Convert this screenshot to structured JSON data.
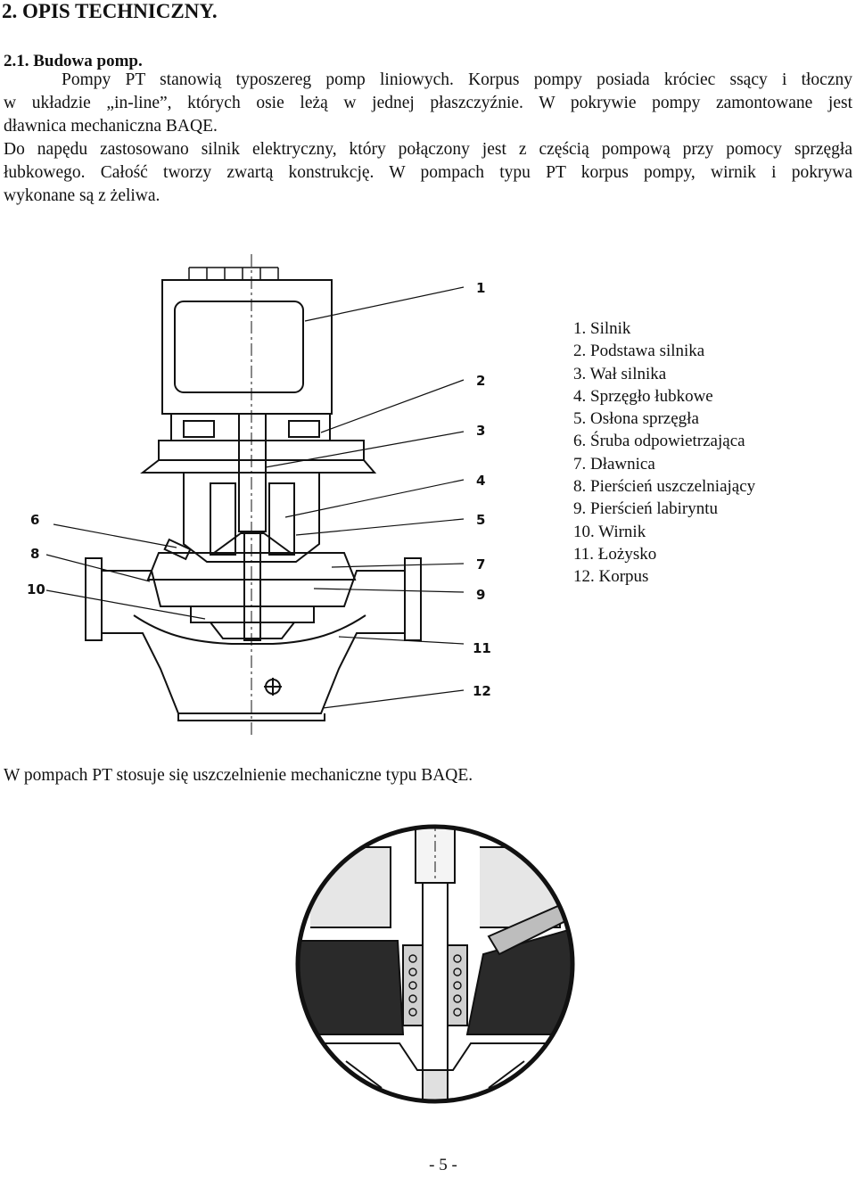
{
  "heading": "2. OPIS TECHNICZNY.",
  "subheading": "2.1. Budowa pomp.",
  "paragraph_lines": [
    "Pompy PT stanowią typoszereg pomp liniowych. Korpus pompy posiada króciec ssący i tłoczny",
    "w układzie „in-line”, których osie leżą w jednej płaszczyźnie. W pokrywie pompy zamontowane jest",
    "dławnica mechaniczna BAQE.",
    "Do napędu zastosowano silnik elektryczny, który połączony jest z częścią pompową przy pomocy sprzęgła",
    "łubkowego. Całość tworzy zwartą konstrukcję. W pompach typu PT korpus pompy, wirnik i pokrywa",
    "wykonane są z żeliwa."
  ],
  "diagram_labels": [
    "1",
    "2",
    "3",
    "4",
    "5",
    "6",
    "7",
    "8",
    "9",
    "10",
    "11",
    "12"
  ],
  "legend": [
    "1. Silnik",
    "2. Podstawa silnika",
    "3. Wał silnika",
    "4. Sprzęgło łubkowe",
    "5. Osłona sprzęgła",
    "6. Śruba odpowietrzająca",
    "7. Dławnica",
    "8. Pierścień uszczelniający",
    "9. Pierścień labiryntu",
    "10. Wirnik",
    "11. Łożysko",
    "12. Korpus"
  ],
  "seal_text": "W pompach PT stosuje się uszczelnienie mechaniczne typu BAQE.",
  "page_number": "- 5 -"
}
